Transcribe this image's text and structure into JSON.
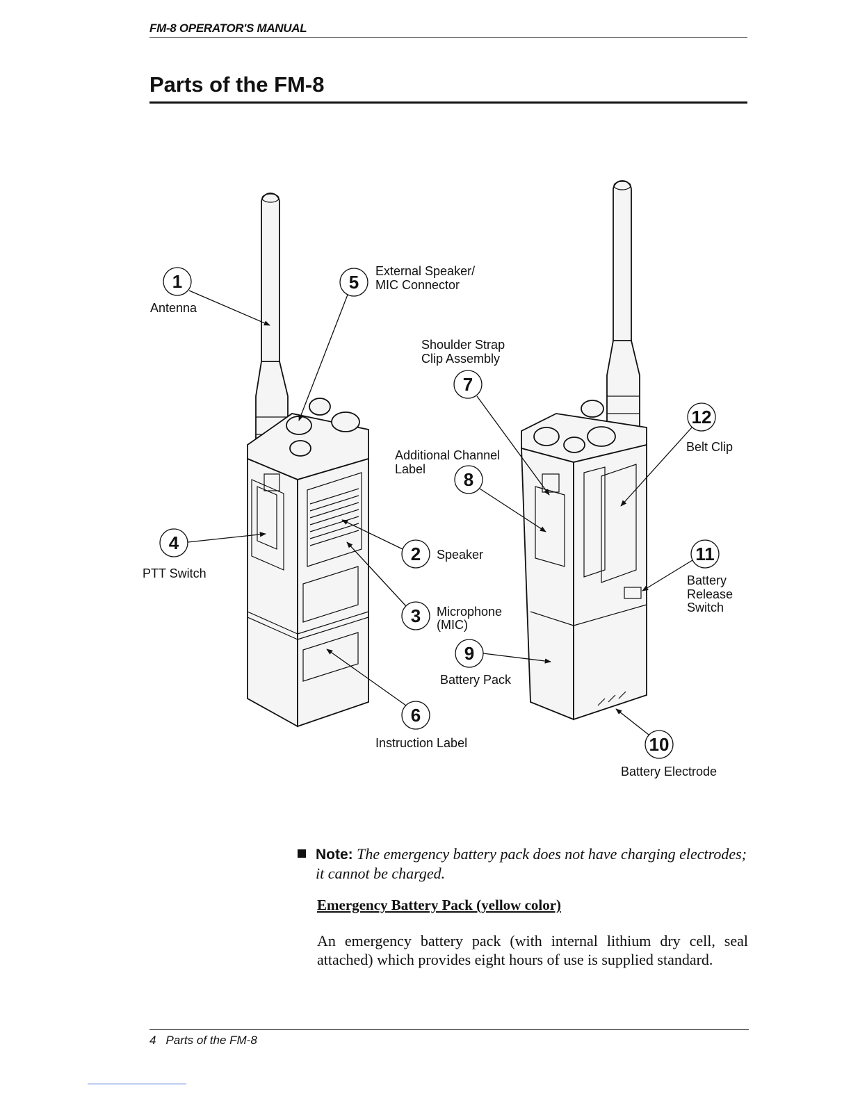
{
  "header": {
    "running_head": "FM-8 OPERATOR'S MANUAL"
  },
  "page_title": "Parts of the FM-8",
  "diagram": {
    "callouts": [
      {
        "number": "1",
        "label_lines": [
          "Antenna"
        ]
      },
      {
        "number": "2",
        "label_lines": [
          "Speaker"
        ]
      },
      {
        "number": "3",
        "label_lines": [
          "Microphone",
          "(MIC)"
        ]
      },
      {
        "number": "4",
        "label_lines": [
          "PTT Switch"
        ]
      },
      {
        "number": "5",
        "label_lines": [
          "External Speaker/",
          "MIC Connector"
        ]
      },
      {
        "number": "6",
        "label_lines": [
          "Instruction Label"
        ]
      },
      {
        "number": "7",
        "label_lines": [
          "Shoulder Strap",
          "Clip Assembly"
        ]
      },
      {
        "number": "8",
        "label_lines": [
          "Additional Channel",
          "Label"
        ]
      },
      {
        "number": "9",
        "label_lines": [
          "Battery Pack"
        ]
      },
      {
        "number": "10",
        "label_lines": [
          "Battery Electrode"
        ]
      },
      {
        "number": "11",
        "label_lines": [
          "Battery",
          "Release",
          "Switch"
        ]
      },
      {
        "number": "12",
        "label_lines": [
          "Belt Clip"
        ]
      }
    ]
  },
  "note": {
    "label": "Note:",
    "text_line1": "The emergency battery pack does not have charging electrodes;",
    "text_line2": "it cannot be charged."
  },
  "section": {
    "heading": "Emergency Battery Pack (yellow color)",
    "paragraph": "An emergency battery pack (with internal lithium dry cell, seal attached) which provides eight hours of use is supplied standard."
  },
  "footer": {
    "page_number": "4",
    "title": "Parts of the FM-8"
  }
}
